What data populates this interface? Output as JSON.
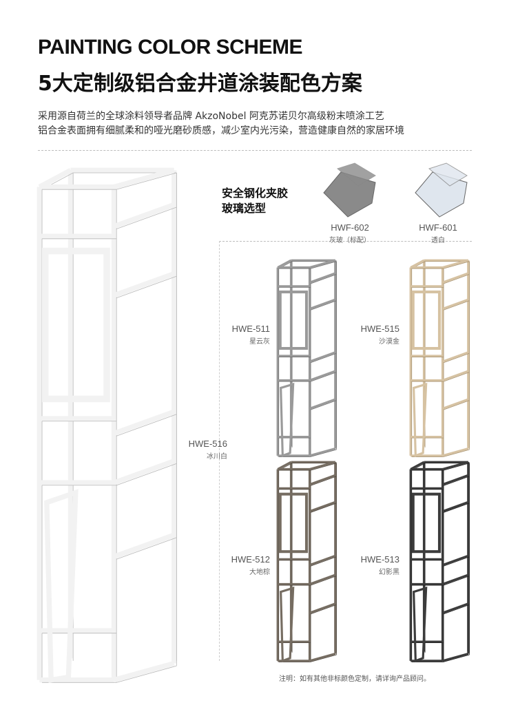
{
  "header": {
    "title_en": "PAINTING COLOR SCHEME",
    "title_cn": "5大定制级铝合金井道涂装配色方案"
  },
  "intro": [
    "采用源自荷兰的全球涂料领导者品牌 AkzoNobel 阿克苏诺贝尔高级粉末喷涂工艺",
    "铝合金表面拥有细腻柔和的哑光磨砂质感，减少室内光污染，营造健康自然的家居环境"
  ],
  "glass": {
    "title": [
      "安全钢化夹胶",
      "玻璃选型"
    ],
    "options": [
      {
        "code": "HWF-602",
        "name": "灰玻（标配）",
        "color": "#8a8a8a"
      },
      {
        "code": "HWF-601",
        "name": "透白",
        "color": "#dfe6ee"
      }
    ]
  },
  "colors": [
    {
      "code": "HWE-516",
      "name": "冰川白",
      "color": "#f2f2f2",
      "edge": "#b8b8b8"
    },
    {
      "code": "HWE-511",
      "name": "星云灰",
      "color": "#9a9a9a",
      "edge": "#6f6f6f"
    },
    {
      "code": "HWE-515",
      "name": "沙漠金",
      "color": "#d6c2a2",
      "edge": "#a8926f"
    },
    {
      "code": "HWE-512",
      "name": "大地棕",
      "color": "#766d62",
      "edge": "#4f473e"
    },
    {
      "code": "HWE-513",
      "name": "幻影黑",
      "color": "#3c3c3c",
      "edge": "#1e1e1e"
    }
  ],
  "note": "注明：如有其他非标颜色定制，请详询产品顾问。"
}
